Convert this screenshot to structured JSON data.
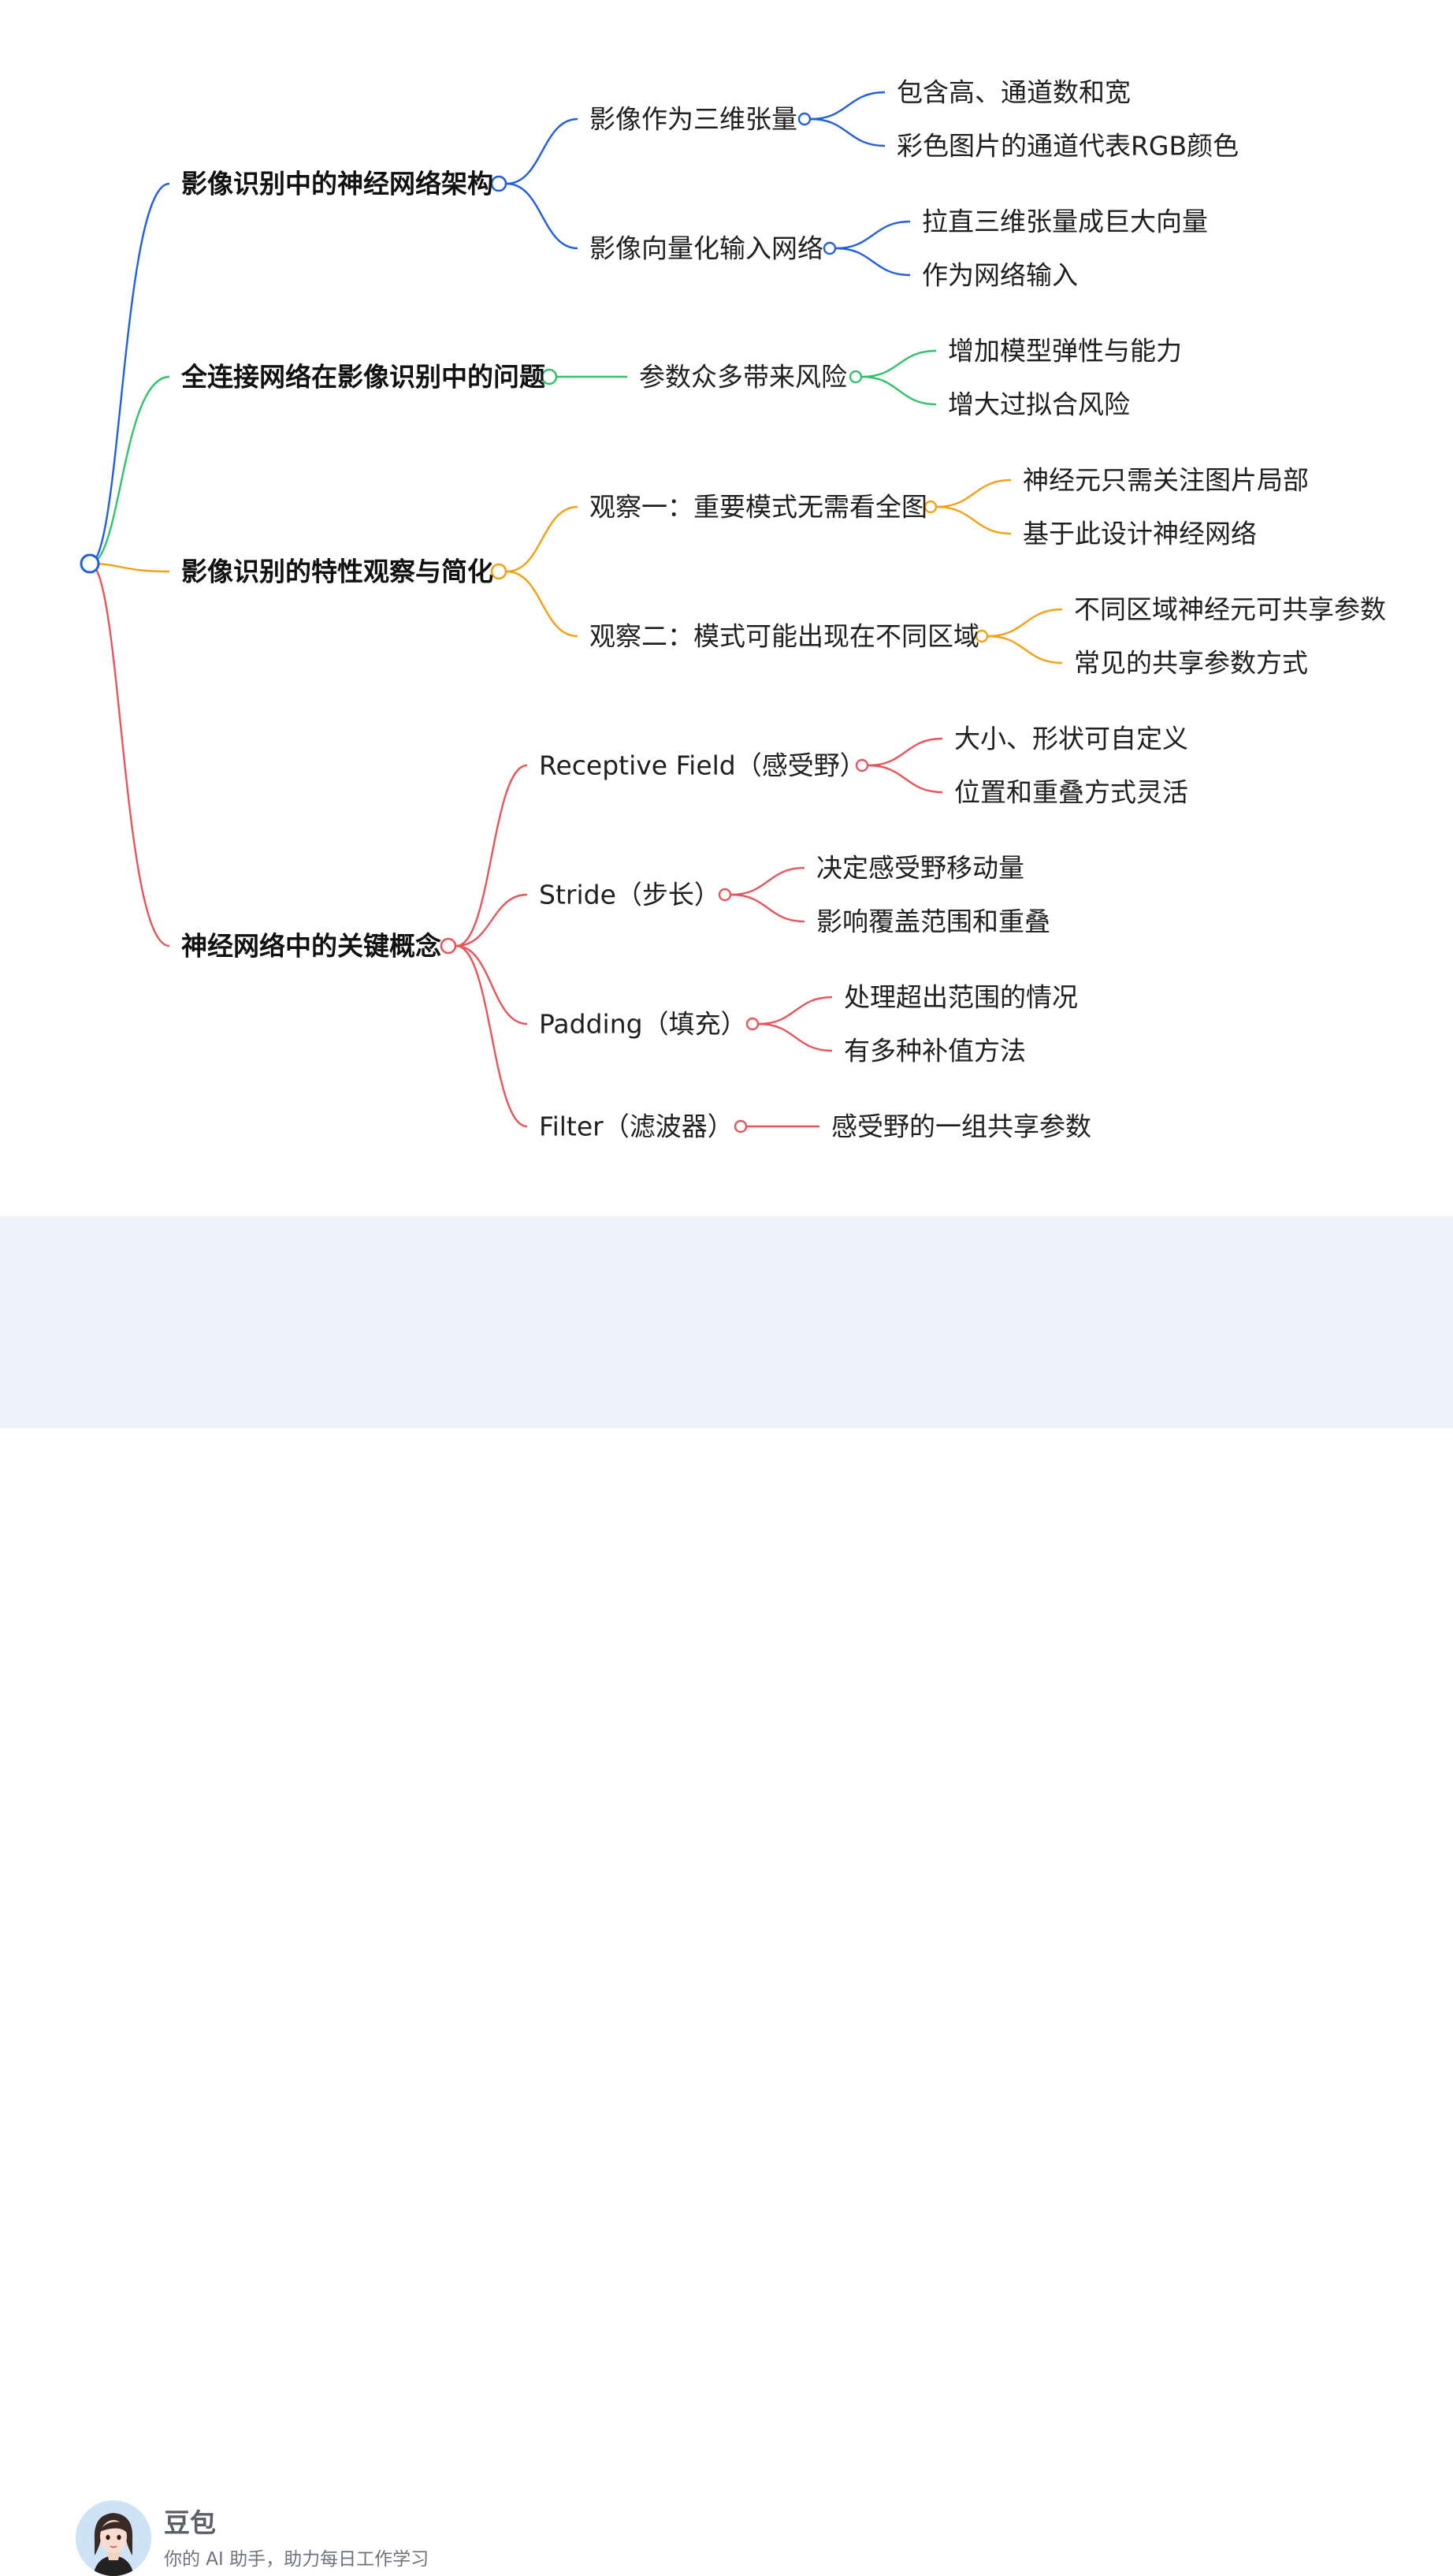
{
  "colors": {
    "root": "#1f5fe0",
    "branch_blue": "#1f5fe0",
    "branch_green": "#2fc46a",
    "branch_orange": "#f5a010",
    "branch_red": "#e8545a",
    "footer_bg": "#eef2fa"
  },
  "mindmap": {
    "branches": [
      {
        "label": "影像识别中的神经网络架构",
        "children": [
          {
            "label": "影像作为三维张量",
            "children": [
              "包含高、通道数和宽",
              "彩色图片的通道代表RGB颜色"
            ]
          },
          {
            "label": "影像向量化输入网络",
            "children": [
              "拉直三维张量成巨大向量",
              "作为网络输入"
            ]
          }
        ]
      },
      {
        "label": "全连接网络在影像识别中的问题",
        "children": [
          {
            "label": "参数众多带来风险",
            "children": [
              "增加模型弹性与能力",
              "增大过拟合风险"
            ]
          }
        ]
      },
      {
        "label": "影像识别的特性观察与简化",
        "children": [
          {
            "label": "观察一：重要模式无需看全图",
            "children": [
              "神经元只需关注图片局部",
              "基于此设计神经网络"
            ]
          },
          {
            "label": "观察二：模式可能出现在不同区域",
            "children": [
              "不同区域神经元可共享参数",
              "常见的共享参数方式"
            ]
          }
        ]
      },
      {
        "label": "神经网络中的关键概念",
        "children": [
          {
            "label": "Receptive Field（感受野）",
            "children": [
              "大小、形状可自定义",
              "位置和重叠方式灵活"
            ]
          },
          {
            "label": "Stride（步长）",
            "children": [
              "决定感受野移动量",
              "影响覆盖范围和重叠"
            ]
          },
          {
            "label": "Padding（填充）",
            "children": [
              "处理超出范围的情况",
              "有多种补值方法"
            ]
          },
          {
            "label": "Filter（滤波器）",
            "children": [
              "感受野的一组共享参数"
            ]
          }
        ]
      }
    ]
  },
  "footer": {
    "avatar_icon": "doubao-avatar-icon",
    "brand_name": "豆包",
    "slogan": "你的 AI 助手，助力每日工作学习"
  }
}
